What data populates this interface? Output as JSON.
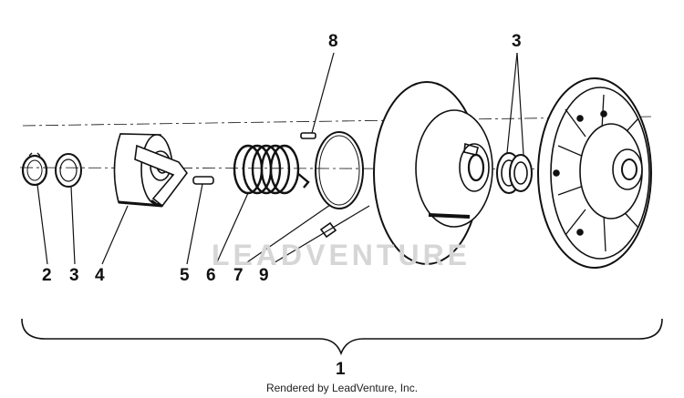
{
  "callouts": {
    "c1": "1",
    "c2": "2",
    "c3_left": "3",
    "c3_right": "3",
    "c4": "4",
    "c5": "5",
    "c6": "6",
    "c7": "7",
    "c8": "8",
    "c9": "9"
  },
  "watermark": "LEADVENTURE",
  "credit": "Rendered by LeadVenture, Inc.",
  "colors": {
    "ink": "#111111",
    "watermark": "#d6d6d6",
    "background": "#ffffff"
  }
}
